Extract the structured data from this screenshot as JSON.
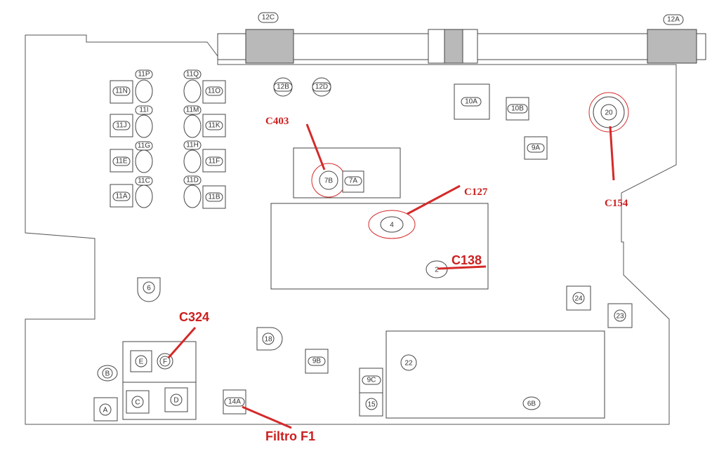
{
  "colors": {
    "annotation": "#d42a2a",
    "outline": "#555555",
    "ferrite": "#b9b9b9"
  },
  "labels": {
    "c12c": "12C",
    "c12a": "12A",
    "c12b": "12B",
    "c12d": "12D",
    "c11n": "11N",
    "c11p": "11P",
    "c11q": "11Q",
    "c11o": "11O",
    "c11j": "11J",
    "c11i": "11I",
    "c11m": "11M",
    "c11k": "11K",
    "c11e": "11E",
    "c11g": "11G",
    "c11h": "11H",
    "c11f": "11F",
    "c11a": "11A",
    "c11c": "11C",
    "c11d": "11D",
    "c11b": "11B",
    "c10a": "10A",
    "c10b": "10B",
    "c9a": "9A",
    "c20": "20",
    "c7b": "7B",
    "c7a": "7A",
    "c4": "4",
    "c2": "2",
    "c6": "6",
    "c24": "24",
    "c23": "23",
    "c18": "18",
    "c9b": "9B",
    "c22": "22",
    "c9c": "9C",
    "c15": "15",
    "c6b": "6B",
    "c14a": "14A",
    "cB": "B",
    "cA": "A",
    "cE": "E",
    "cF": "F",
    "cC": "C",
    "cD": "D"
  },
  "annotations": {
    "c403": "C403",
    "c127": "C127",
    "c154": "C154",
    "c138": "C138",
    "c324": "C324",
    "filtro": "Filtro F1"
  }
}
